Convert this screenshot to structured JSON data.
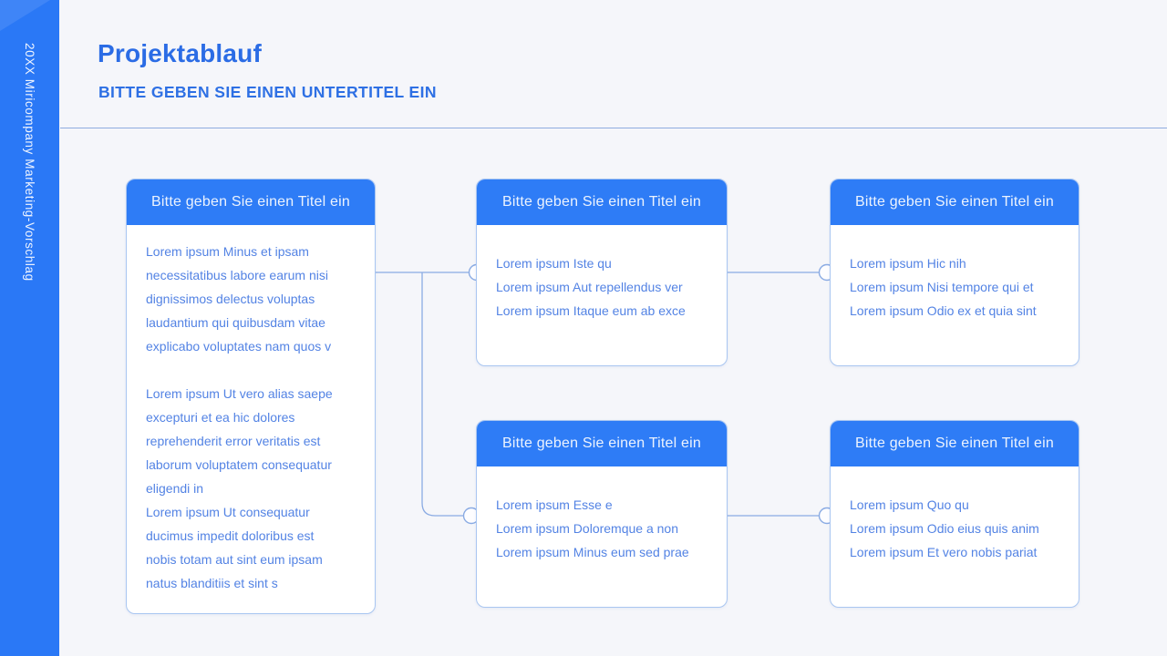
{
  "sidebar": {
    "vertical_text": "20XX Miricompany Marketing-Vorschlag"
  },
  "header": {
    "title": "Projektablauf",
    "subtitle": "BITTE GEBEN SIE EINEN UNTERTITEL EIN"
  },
  "cards": [
    {
      "title": "Bitte geben Sie einen Titel ein",
      "paragraphs": [
        [
          "Lorem ipsum Minus et ipsam",
          "necessitatibus labore earum nisi",
          "dignissimos delectus voluptas",
          "laudantium qui quibusdam vitae",
          "explicabo voluptates nam quos v"
        ],
        [
          "Lorem ipsum Ut vero alias saepe",
          "excepturi et ea hic dolores",
          "reprehenderit error veritatis est",
          "laborum voluptatem consequatur",
          "eligendi in"
        ],
        [
          "Lorem ipsum Ut consequatur",
          "ducimus impedit doloribus est",
          "nobis totam aut sint eum ipsam",
          "natus blanditiis et sint s"
        ]
      ]
    },
    {
      "title": "Bitte geben Sie einen Titel ein",
      "lines": [
        "Lorem ipsum Iste qu",
        "Lorem ipsum Aut repellendus ver",
        "Lorem ipsum Itaque eum ab exce"
      ]
    },
    {
      "title": "Bitte geben Sie einen Titel ein",
      "lines": [
        "Lorem ipsum Hic nih",
        "Lorem ipsum Nisi tempore qui et",
        "Lorem ipsum Odio ex et quia sint"
      ]
    },
    {
      "title": "Bitte geben Sie einen Titel ein",
      "lines": [
        "Lorem ipsum Esse e",
        "Lorem ipsum Doloremque a non",
        "Lorem ipsum Minus eum sed prae"
      ]
    },
    {
      "title": "Bitte geben Sie einen Titel ein",
      "lines": [
        "Lorem ipsum Quo qu",
        "Lorem ipsum Odio eius quis anim",
        "Lorem ipsum Et vero nobis pariat"
      ]
    }
  ],
  "colors": {
    "accent_blue": "#2e7cf6",
    "sidebar_blue": "#2a78f6",
    "title_blue": "#2b6ce5",
    "body_text_blue": "#5383e4",
    "card_border_blue": "#a9c6f1",
    "connector_blue": "#8aabe3",
    "background": "#f5f6fa"
  }
}
